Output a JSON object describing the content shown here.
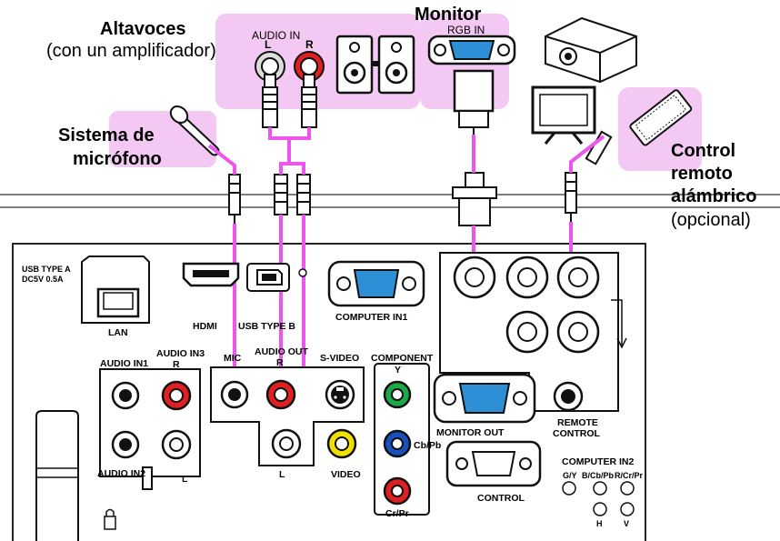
{
  "devices": {
    "speakers": {
      "title": "Altavoces",
      "subtitle": "(con un amplificador)",
      "audio_in": "AUDIO IN",
      "left": "L",
      "right": "R"
    },
    "monitor": {
      "title": "Monitor",
      "rgb_in": "RGB IN"
    },
    "microphone": {
      "title_line1": "Sistema de",
      "title_line2": "micrófono"
    },
    "remote": {
      "line1": "Control",
      "line2": "remoto",
      "line3": "alámbrico",
      "line4": "(opcional)"
    }
  },
  "panel": {
    "usb_a_line1": "USB TYPE A",
    "usb_a_line2": "DC5V 0.5A",
    "lan": "LAN",
    "hdmi": "HDMI",
    "usb_b": "USB TYPE B",
    "computer_in1": "COMPUTER IN1",
    "audio_in1": "AUDIO IN1",
    "audio_in3": "AUDIO IN3",
    "audio_in3_r": "R",
    "mic": "MIC",
    "audio_out": "AUDIO OUT",
    "audio_out_r": "R",
    "s_video": "S-VIDEO",
    "component": "COMPONENT",
    "component_y": "Y",
    "cb_pb": "Cb/Pb",
    "cr_pr": "Cr/Pr",
    "audio_in2": "AUDIO IN2",
    "audio_in2_l": "L",
    "audio_out_l": "L",
    "video": "VIDEO",
    "monitor_out": "MONITOR OUT",
    "remote_control_line1": "REMOTE",
    "remote_control_line2": "CONTROL",
    "control": "CONTROL",
    "computer_in2": "COMPUTER IN2",
    "gy": "G/Y",
    "bcbpb": "B/Cb/Pb",
    "rcrpr": "R/Cr/Pr",
    "h": "H",
    "v": "V"
  },
  "colors": {
    "cable": "#ee55ee",
    "highlight": "#f3c9f3",
    "panel_line": "#222222",
    "red_jack": "#e02020",
    "green_jack": "#1aa84a",
    "blue_jack": "#1a4fc0",
    "yellow_jack": "#f0e000",
    "vga_blue": "#2d8fd6"
  }
}
